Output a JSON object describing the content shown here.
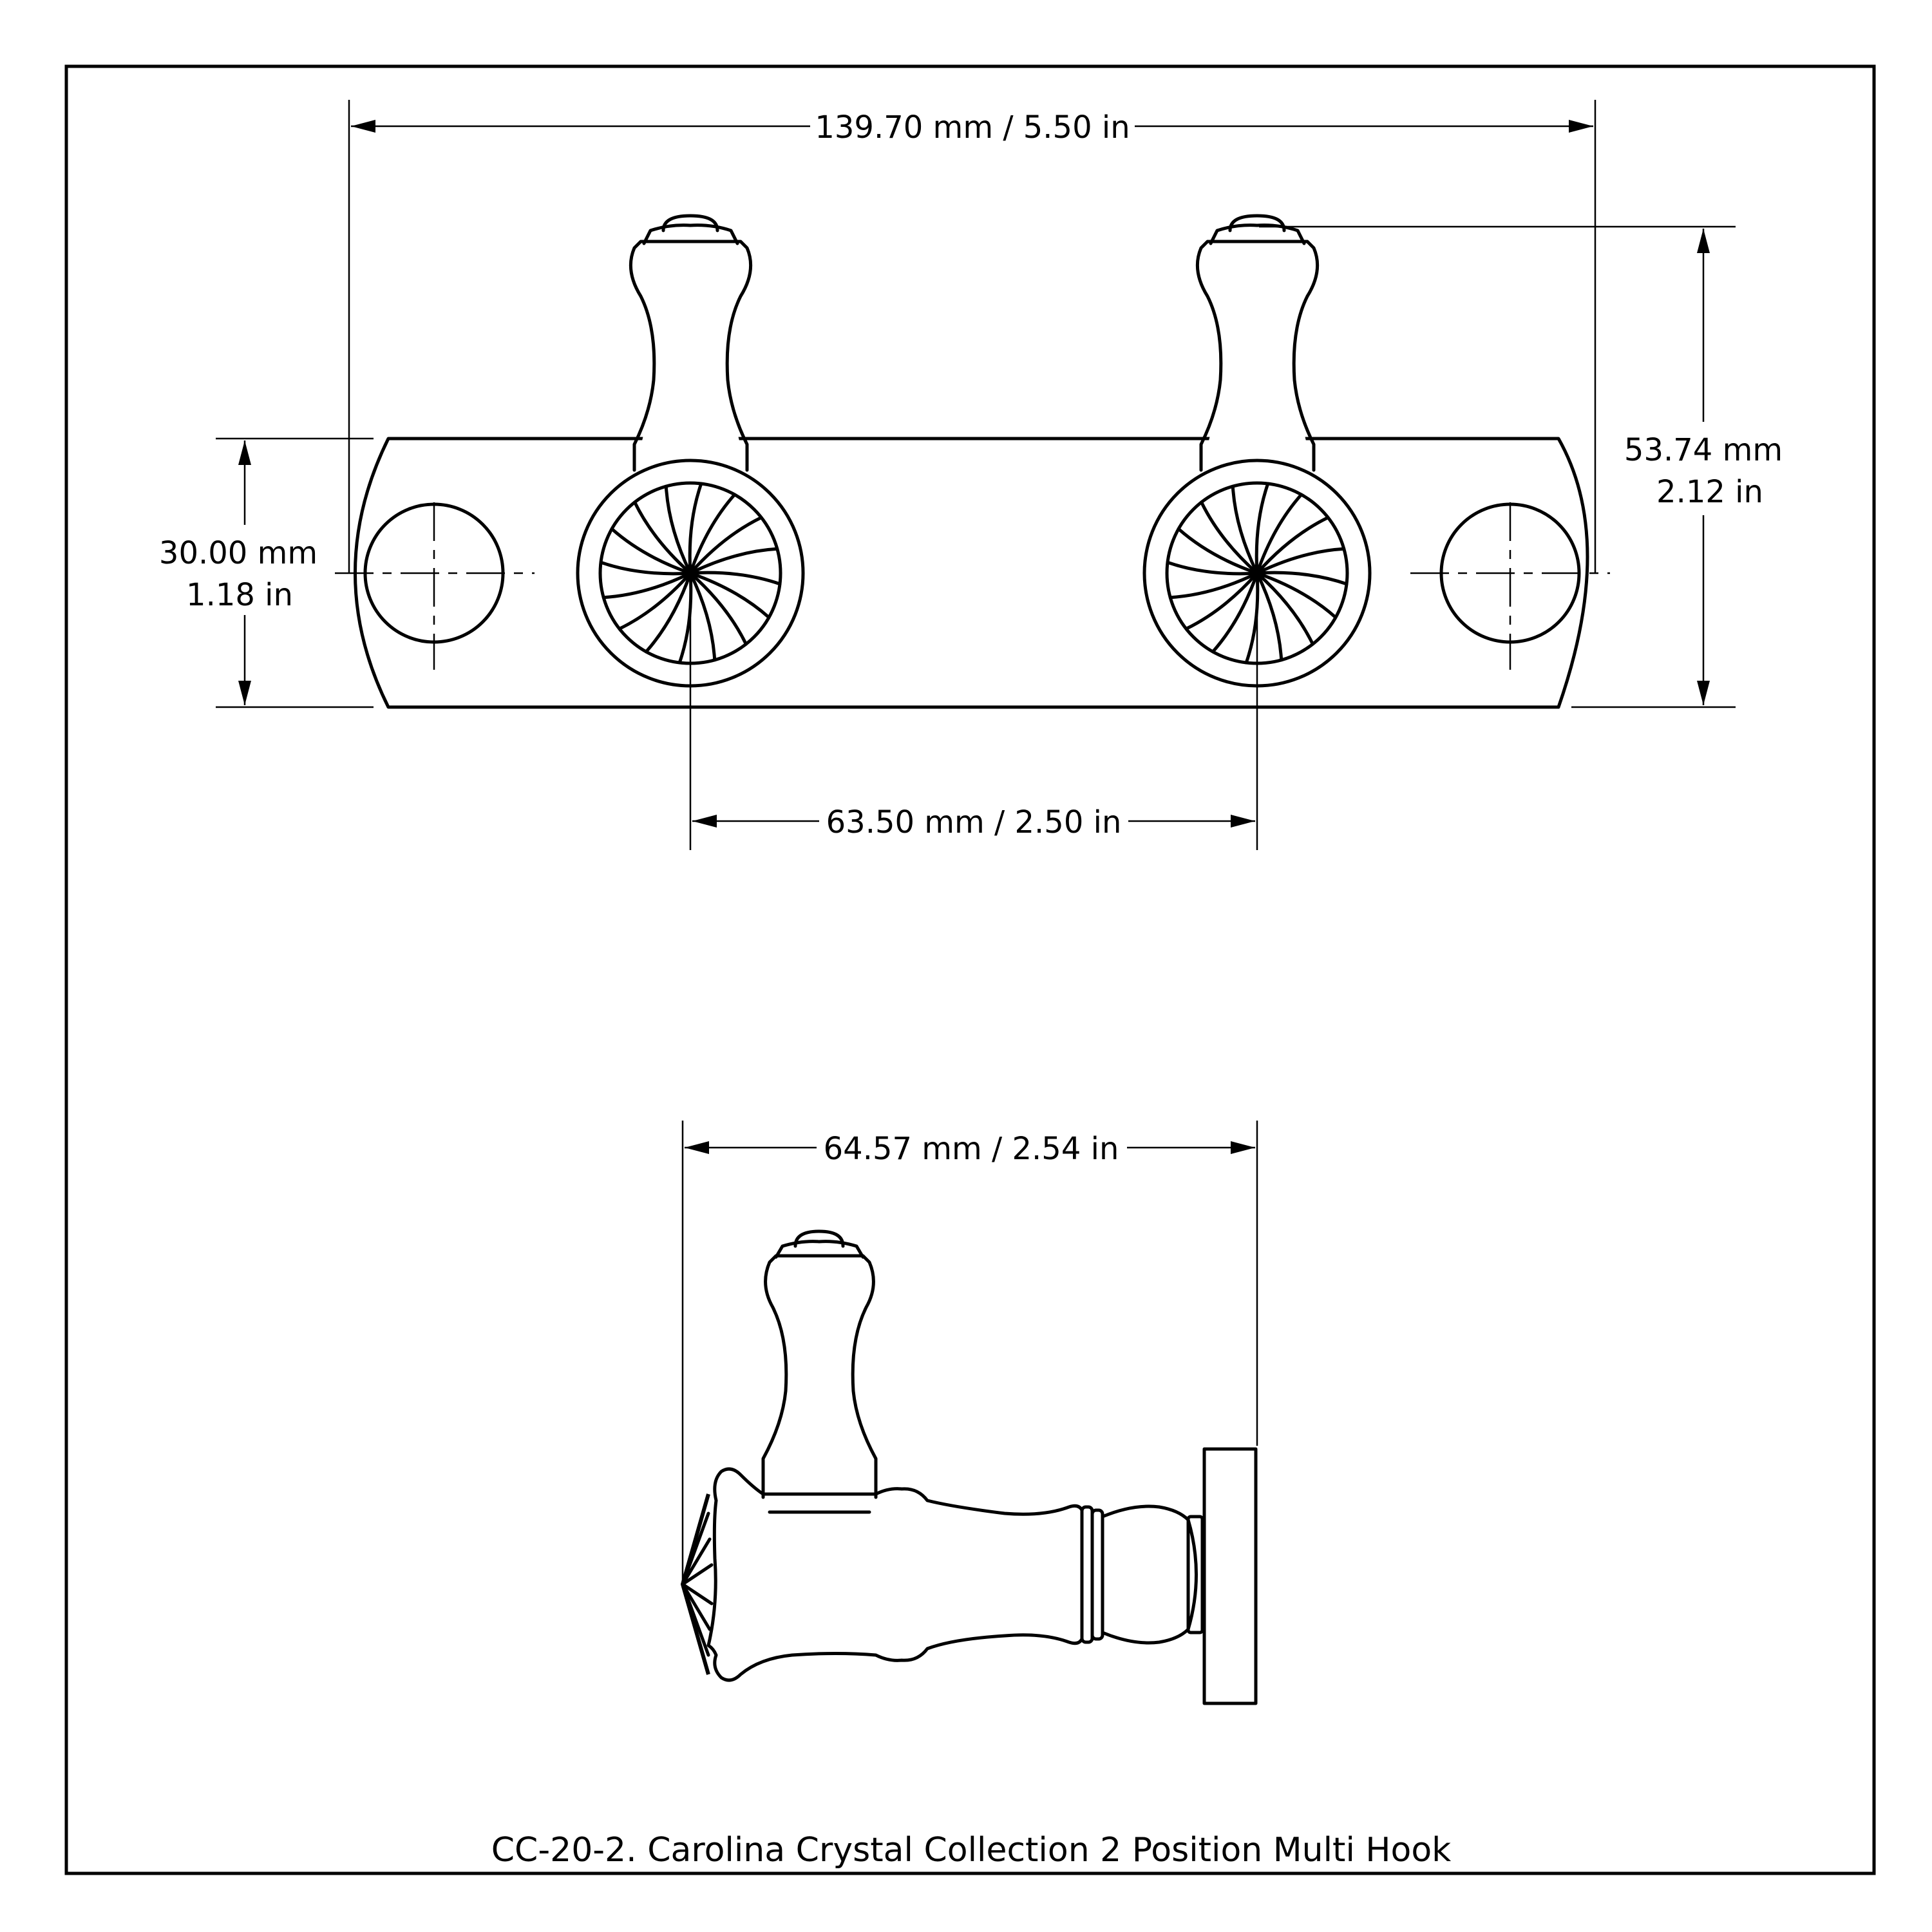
{
  "dimensions": {
    "overall_width": "139.70 mm / 5.50 in",
    "hook_spacing": "63.50 mm / 2.50 in",
    "plate_height_mm": "30.00 mm",
    "plate_height_in": "1.18 in",
    "overall_height_mm": "53.74 mm",
    "overall_height_in": "2.12 in",
    "projection": "64.57 mm / 2.54 in"
  },
  "caption": "CC-20-2. Carolina Crystal Collection 2 Position Multi Hook"
}
